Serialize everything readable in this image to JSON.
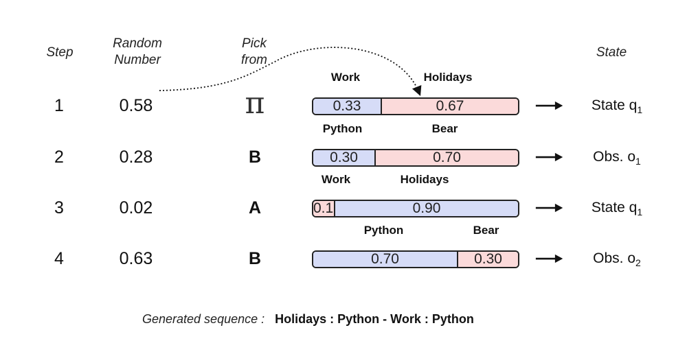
{
  "headers": {
    "step": "Step",
    "random_line1": "Random",
    "random_line2": "Number",
    "pick_line1": "Pick",
    "pick_line2": "from",
    "state": "State"
  },
  "rows": [
    {
      "step": "1",
      "random": "0.58",
      "pick": "π",
      "left_label": "Work",
      "right_label": "Holidays",
      "left_value": "0.33",
      "right_value": "0.67",
      "left_fraction": 0.33,
      "left_color": "#d6dcf7",
      "right_color": "#fbdada",
      "result_prefix": "State q",
      "result_sub": "1"
    },
    {
      "step": "2",
      "random": "0.28",
      "pick": "B",
      "left_label": "Python",
      "right_label": "Bear",
      "left_value": "0.30",
      "right_value": "0.70",
      "left_fraction": 0.3,
      "left_color": "#d6dcf7",
      "right_color": "#fbdada",
      "result_prefix": "Obs. o",
      "result_sub": "1"
    },
    {
      "step": "3",
      "random": "0.02",
      "pick": "A",
      "left_label": "Work",
      "right_label": "Holidays",
      "left_value": "0.10",
      "right_value": "0.90",
      "left_fraction": 0.1,
      "left_color": "#fbdada",
      "right_color": "#d6dcf7",
      "result_prefix": "State q",
      "result_sub": "1"
    },
    {
      "step": "4",
      "random": "0.63",
      "pick": "B",
      "left_label": "Python",
      "right_label": "Bear",
      "left_value": "0.70",
      "right_value": "0.30",
      "left_fraction": 0.7,
      "left_color": "#d6dcf7",
      "right_color": "#fbdada",
      "result_prefix": "Obs. o",
      "result_sub": "2"
    }
  ],
  "footer": {
    "label": "Generated sequence :",
    "sequence": "Holidays : Python - Work : Python"
  }
}
